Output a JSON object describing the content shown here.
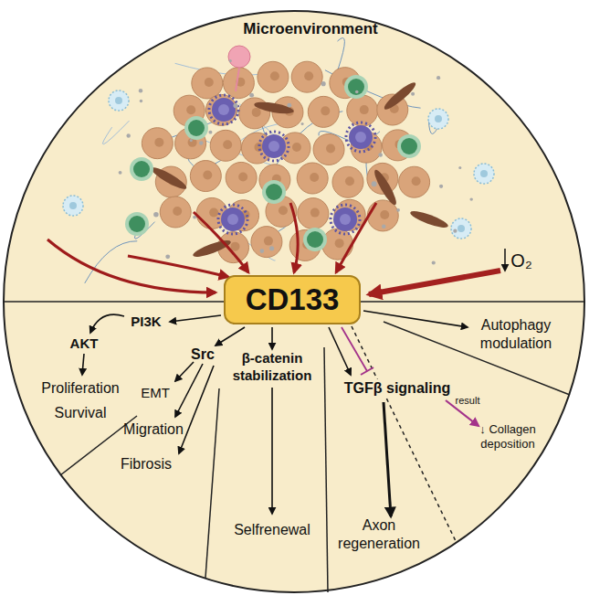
{
  "diagram": {
    "nodes": [
      {
        "text": [
          "Microenvironment"
        ]
      },
      {
        "text": [
          "CD133"
        ],
        "in": 0
      }
    ],
    "labels": [
      "O₂",
      "PI3K",
      "AKT",
      "Proliferation Survival",
      "Src",
      "EMT",
      "Migration",
      "Fibrosis",
      "β-catenin stabilization",
      "Selfrenewal",
      "TGFβ signaling",
      "result",
      "↓ Collagen deposition",
      "Axon regeneration",
      "Autophagy modulation"
    ]
  }
}
